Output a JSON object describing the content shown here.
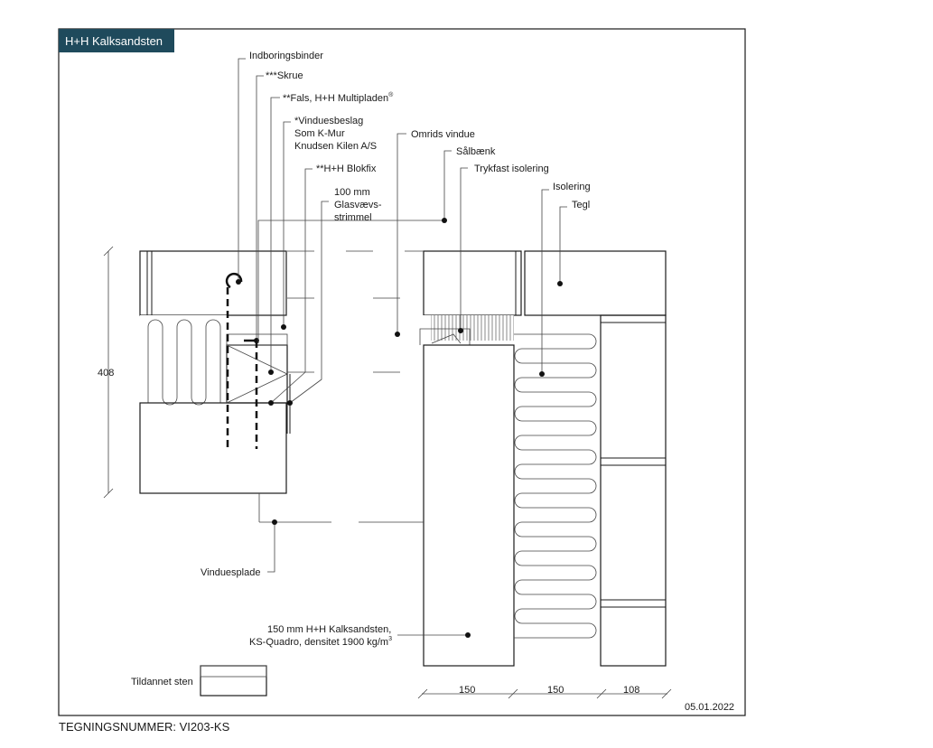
{
  "title": "H+H Kalksandsten",
  "drawing_number": "TEGNINGSNUMMER: VI203-KS",
  "date": "05.01.2022",
  "colors": {
    "title_bg": "#1f4a5c",
    "concrete": "#d4d6d3",
    "line": "#1a1a1a"
  },
  "labels": {
    "indboringsbinder": "Indboringsbinder",
    "skrue": "***Skrue",
    "fals": "**Fals, H+H Multipladen",
    "fals_sup": "®",
    "vinduesbeslag_1": "*Vinduesbeslag",
    "vinduesbeslag_2": "Som K-Mur",
    "vinduesbeslag_3": "Knudsen Kilen A/S",
    "omrids": "Omrids vindue",
    "blokfix": "**H+H Blokfix",
    "salbaenk": "Sålbænk",
    "glas_1": "100 mm",
    "glas_2": "Glasvævs-",
    "glas_3": "strimmel",
    "trykfast": "Trykfast isolering",
    "isolering": "Isolering",
    "tegl": "Tegl",
    "vinduesplade": "Vinduesplade",
    "kalk_1": "150 mm H+H Kalksandsten,",
    "kalk_2": "KS-Quadro, densitet 1900 kg/m",
    "kalk_sup": "3",
    "tildannet": "Tildannet sten"
  },
  "dimensions": {
    "height": "408",
    "w1": "150",
    "w2": "150",
    "w3": "108"
  }
}
